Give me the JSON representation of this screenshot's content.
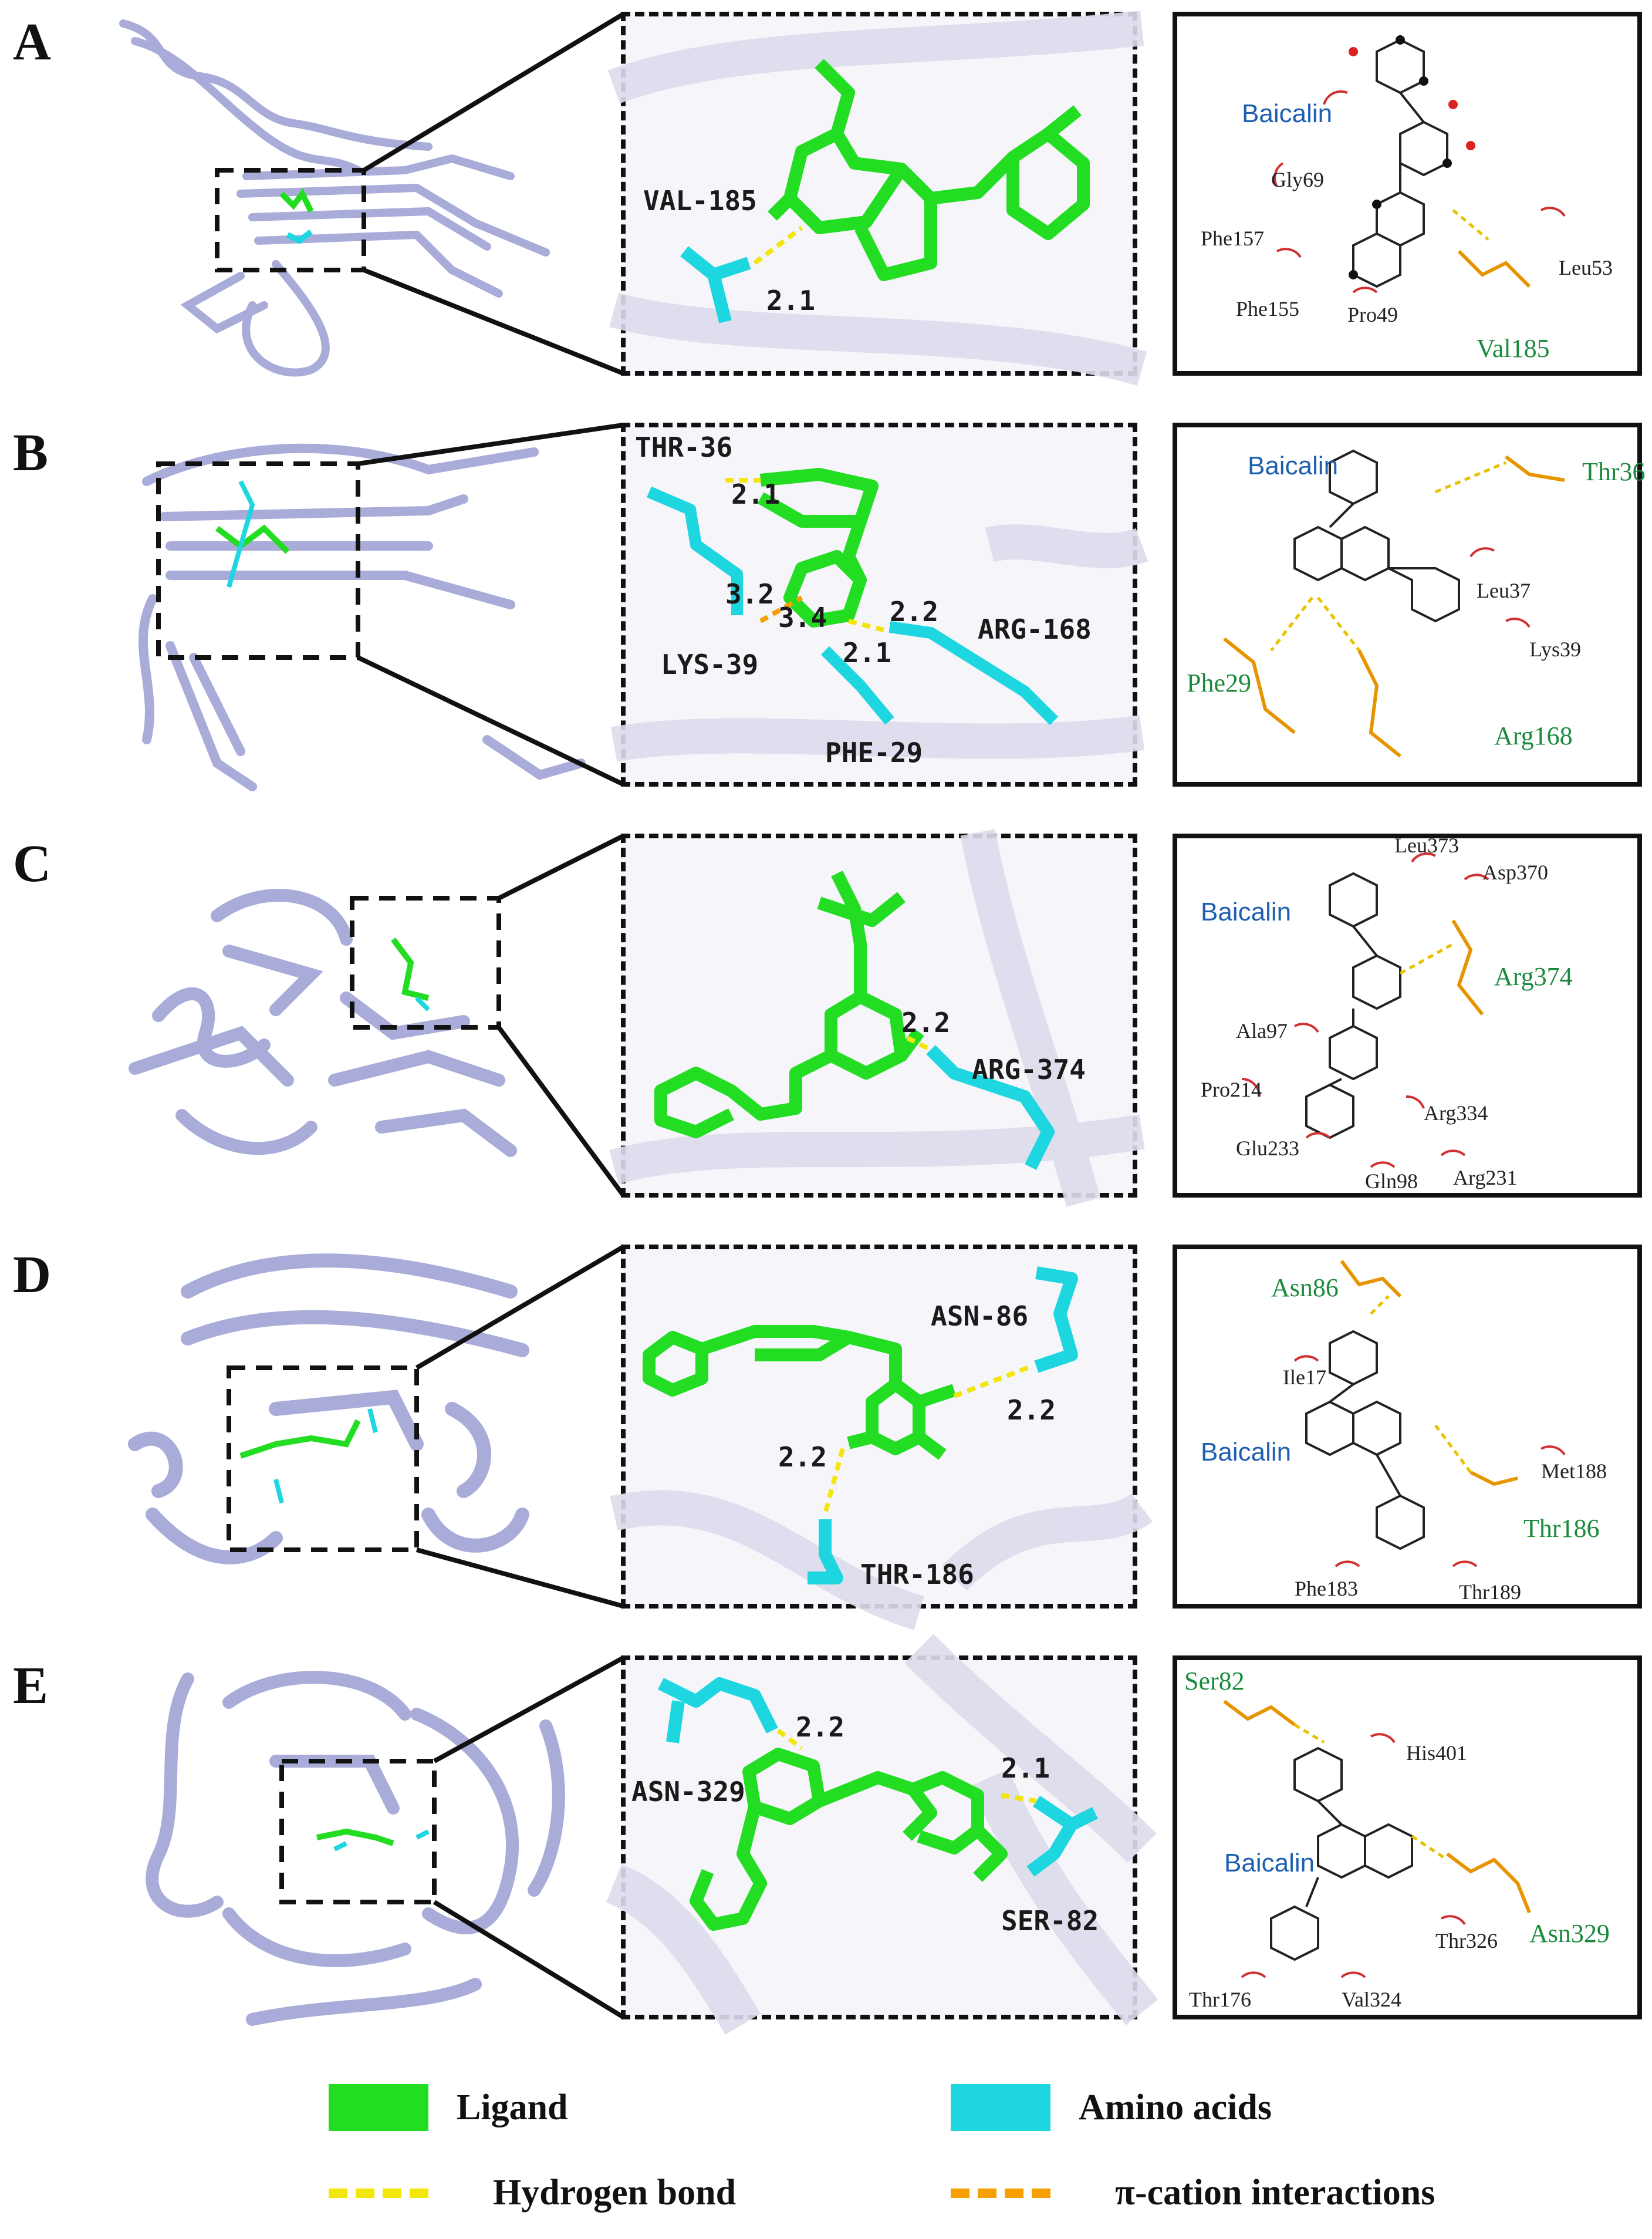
{
  "panels": [
    {
      "letter": "A",
      "residues": [
        "VAL-185"
      ],
      "distances": [
        "2.1"
      ],
      "ligplot": {
        "ligand": "Baicalin",
        "hbond_residues": [
          "Val185"
        ],
        "hydrophobic_residues": [
          "Gly69",
          "Phe157",
          "Phe155",
          "Pro49",
          "Leu53"
        ]
      }
    },
    {
      "letter": "B",
      "residues": [
        "THR-36",
        "LYS-39",
        "ARG-168",
        "PHE-29"
      ],
      "distances": [
        "2.1",
        "3.2",
        "3.4",
        "2.2",
        "2.1"
      ],
      "ligplot": {
        "ligand": "Baicalin",
        "hbond_residues": [
          "Thr36",
          "Phe29",
          "Arg168"
        ],
        "hydrophobic_residues": [
          "Leu37",
          "Lys39"
        ]
      }
    },
    {
      "letter": "C",
      "residues": [
        "ARG-374"
      ],
      "distances": [
        "2.2"
      ],
      "ligplot": {
        "ligand": "Baicalin",
        "hbond_residues": [
          "Arg374"
        ],
        "hydrophobic_residues": [
          "Leu373",
          "Asp370",
          "Ala97",
          "Pro214",
          "Arg334",
          "Glu233",
          "Gln98",
          "Arg231"
        ]
      }
    },
    {
      "letter": "D",
      "residues": [
        "ASN-86",
        "THR-186"
      ],
      "distances": [
        "2.2",
        "2.2"
      ],
      "ligplot": {
        "ligand": "Baicalin",
        "hbond_residues": [
          "Asn86",
          "Thr186"
        ],
        "hydrophobic_residues": [
          "Ile17",
          "Met188",
          "Phe183",
          "Thr189"
        ]
      }
    },
    {
      "letter": "E",
      "residues": [
        "ASN-329",
        "SER-82"
      ],
      "distances": [
        "2.2",
        "2.1"
      ],
      "ligplot": {
        "ligand": "Baicalin",
        "hbond_residues": [
          "Ser82",
          "Asn329"
        ],
        "hydrophobic_residues": [
          "His401",
          "Thr326",
          "Thr176",
          "Val324"
        ]
      }
    }
  ],
  "legend": {
    "ligand": {
      "label": "Ligand",
      "color": "#22dd22"
    },
    "amino_acids": {
      "label": "Amino acids",
      "color": "#1ed6e0"
    },
    "hydrogen_bond": {
      "label": "Hydrogen bond",
      "color": "#f2e60a"
    },
    "pi_cation": {
      "label": "π-cation interactions",
      "color": "#f5a000"
    }
  },
  "colors": {
    "protein": "#a9acd8",
    "ligand": "#22dd22",
    "amino_acid": "#1ed6e0",
    "ligplot_hres": "#1a8a3c",
    "ligplot_ligand_label": "#1f5fb0",
    "hydrophobic_arc": "#d03030"
  }
}
